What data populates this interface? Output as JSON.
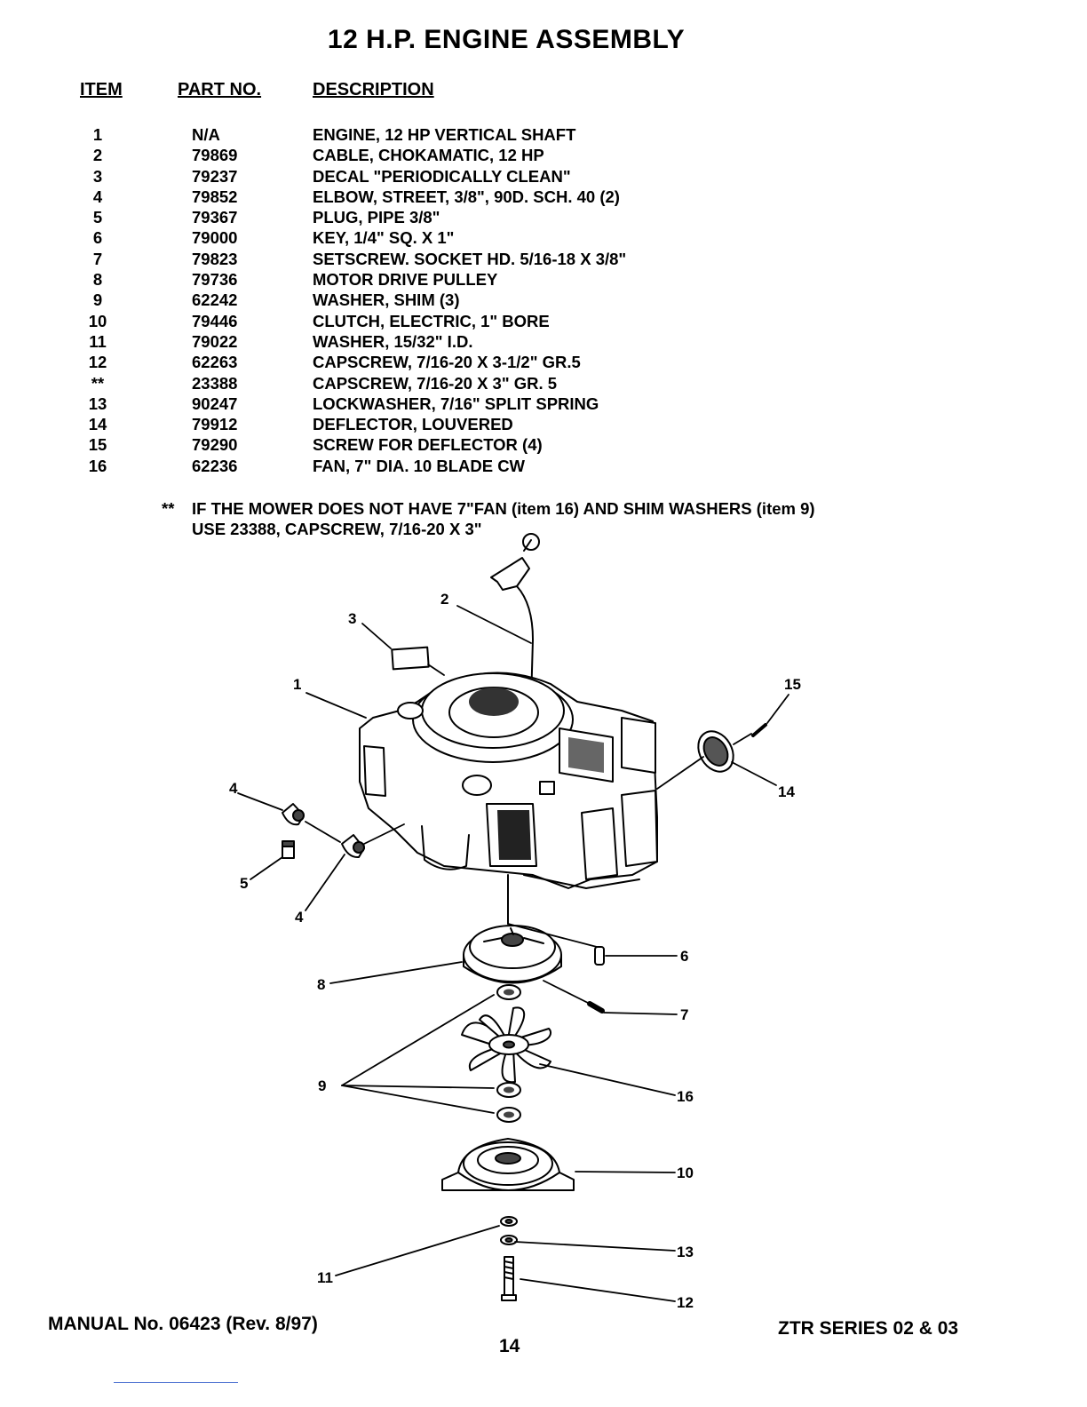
{
  "header": {
    "title": "12 H.P. ENGINE ASSEMBLY",
    "col_item": "ITEM",
    "col_part": "PART NO.",
    "col_desc": "DESCRIPTION"
  },
  "parts": [
    {
      "item": "1",
      "part": "N/A",
      "desc": "ENGINE, 12 HP VERTICAL SHAFT"
    },
    {
      "item": "2",
      "part": "79869",
      "desc": "CABLE, CHOKAMATIC, 12 HP"
    },
    {
      "item": "3",
      "part": "79237",
      "desc": "DECAL \"PERIODICALLY CLEAN\""
    },
    {
      "item": "4",
      "part": "79852",
      "desc": "ELBOW, STREET, 3/8\", 90D. SCH. 40  (2)"
    },
    {
      "item": "5",
      "part": "79367",
      "desc": "PLUG, PIPE 3/8\""
    },
    {
      "item": "6",
      "part": "79000",
      "desc": "KEY, 1/4\" SQ. X 1\""
    },
    {
      "item": "7",
      "part": "79823",
      "desc": "SETSCREW. SOCKET HD. 5/16-18 X 3/8\""
    },
    {
      "item": "8",
      "part": "79736",
      "desc": "MOTOR DRIVE PULLEY"
    },
    {
      "item": "9",
      "part": "62242",
      "desc": "WASHER, SHIM  (3)"
    },
    {
      "item": "10",
      "part": "79446",
      "desc": "CLUTCH, ELECTRIC, 1\" BORE"
    },
    {
      "item": "11",
      "part": "79022",
      "desc": "WASHER, 15/32\" I.D."
    },
    {
      "item": "12",
      "part": "62263",
      "desc": "CAPSCREW, 7/16-20 X 3-1/2\" GR.5"
    },
    {
      "item": "**",
      "part": "23388",
      "desc": "CAPSCREW, 7/16-20 X 3\" GR. 5"
    },
    {
      "item": "13",
      "part": "90247",
      "desc": "LOCKWASHER, 7/16\" SPLIT SPRING"
    },
    {
      "item": "14",
      "part": "79912",
      "desc": "DEFLECTOR, LOUVERED"
    },
    {
      "item": "15",
      "part": "79290",
      "desc": "SCREW FOR DEFLECTOR  (4)"
    },
    {
      "item": "16",
      "part": "62236",
      "desc": "FAN, 7\" DIA. 10 BLADE CW"
    }
  ],
  "note": {
    "marker": "**",
    "line1": "IF THE MOWER DOES NOT HAVE 7\"FAN (item 16) AND SHIM WASHERS (item 9)",
    "line2": "USE 23388, CAPSCREW, 7/16-20 X 3\""
  },
  "callouts": {
    "c1": "1",
    "c2": "2",
    "c3": "3",
    "c4a": "4",
    "c4b": "4",
    "c5": "5",
    "c6": "6",
    "c7": "7",
    "c8": "8",
    "c9": "9",
    "c10": "10",
    "c11": "11",
    "c12": "12",
    "c13": "13",
    "c14": "14",
    "c15": "15",
    "c16": "16"
  },
  "footer": {
    "manual": "MANUAL No. 06423 (Rev. 8/97)",
    "page": "14",
    "series": "ZTR SERIES 02 & 03"
  }
}
